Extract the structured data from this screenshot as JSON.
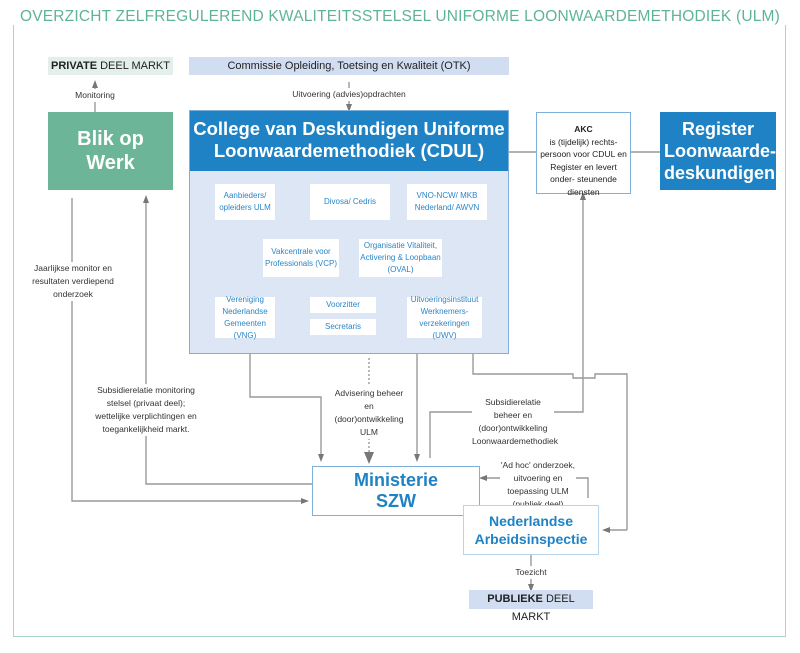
{
  "title": "OVERZICHT ZELFREGULEREND KWALITEITSSTELSEL UNIFORME LOONWAARDEMETHODIEK (ULM)",
  "private_market": {
    "bold": "PRIVATE",
    "rest": " DEEL MARKT"
  },
  "public_market": {
    "bold": "PUBLIEKE",
    "rest": " DEEL MARKT"
  },
  "otk": "Commissie Opleiding, Toetsing en Kwaliteit (OTK)",
  "blik_op_werk": "Blik op Werk",
  "cdul": {
    "title": "College van Deskundigen Uniforme Loonwaardemethodiek (CDUL)",
    "members": [
      "Aanbieders/ opleiders ULM",
      "Divosa/ Cedris",
      "VNO-NCW/ MKB Nederland/ AWVN",
      "Vakcentrale voor Professionals (VCP)",
      "Organisatie Vitaliteit, Activering & Loopbaan (OVAL)",
      "Vereniging Nederlandse Gemeenten (VNG)",
      "Voorzitter",
      "Secretaris",
      "Uitvoeringsinstituut Werknemers- verzekeringen (UWV)"
    ]
  },
  "akc": {
    "title": "AKC",
    "text": "is (tijdelijk) rechts- persoon voor CDUL en Register en levert onder- steunende diensten"
  },
  "register": "Register Loonwaarde- deskundigen",
  "ministerie": "Ministerie SZW",
  "nla": "Nederlandse Arbeidsinspectie",
  "labels": {
    "monitoring": "Monitoring",
    "uitvoering": "Uitvoering (advies)opdrachten",
    "jaarlijkse": "Jaarlijkse monitor en resultaten verdiepend onderzoek",
    "subsidie_private": "Subsidierelatie monitoring stelsel (privaat deel); wettelijke verplichtingen en toegankelijkheid markt.",
    "advisering": "Advisering beheer en (door)ontwikkeling ULM",
    "subsidie_beheer": "Subsidierelatie beheer en (door)ontwikkeling Loonwaardemethodiek",
    "adhoc": "'Ad hoc' onderzoek, uitvoering en toepassing ULM (publiek deel)",
    "toezicht": "Toezicht"
  },
  "colors": {
    "frame": "#a8d8c4",
    "title": "#5fb495",
    "green": "#6db598",
    "blue": "#1e82c4",
    "light_blue": "#d1ddf0",
    "connector": "#888888"
  }
}
